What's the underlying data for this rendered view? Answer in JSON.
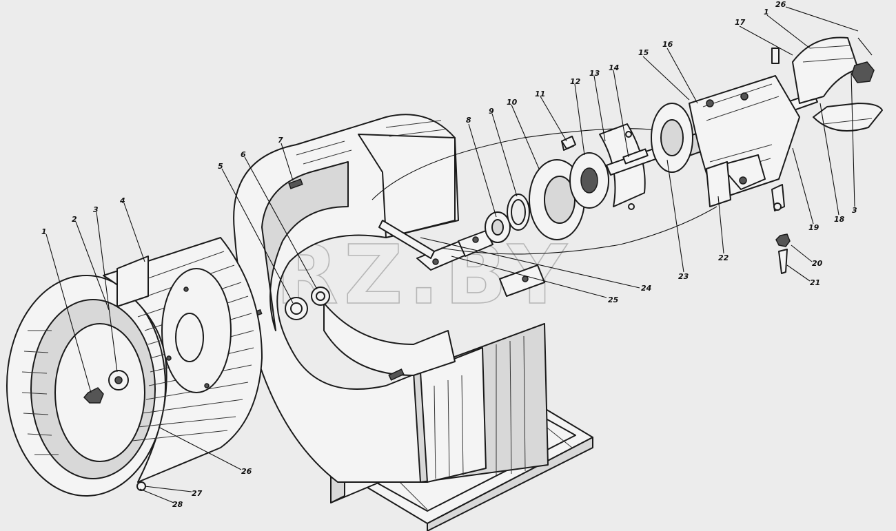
{
  "watermark": "RZ.BY",
  "callouts": [
    {
      "id": "c1a",
      "text": "1"
    },
    {
      "id": "c2",
      "text": "2"
    },
    {
      "id": "c3a",
      "text": "3"
    },
    {
      "id": "c4",
      "text": "4"
    },
    {
      "id": "c5",
      "text": "5"
    },
    {
      "id": "c6",
      "text": "6"
    },
    {
      "id": "c7",
      "text": "7"
    },
    {
      "id": "c8",
      "text": "8"
    },
    {
      "id": "c9",
      "text": "9"
    },
    {
      "id": "c10",
      "text": "10"
    },
    {
      "id": "c11",
      "text": "11"
    },
    {
      "id": "c12",
      "text": "12"
    },
    {
      "id": "c13",
      "text": "13"
    },
    {
      "id": "c14",
      "text": "14"
    },
    {
      "id": "c15",
      "text": "15"
    },
    {
      "id": "c16",
      "text": "16"
    },
    {
      "id": "c17",
      "text": "17"
    },
    {
      "id": "c1b",
      "text": "1"
    },
    {
      "id": "c26a",
      "text": "26"
    },
    {
      "id": "c3b",
      "text": "3"
    },
    {
      "id": "c18",
      "text": "18"
    },
    {
      "id": "c19",
      "text": "19"
    },
    {
      "id": "c20",
      "text": "20"
    },
    {
      "id": "c21",
      "text": "21"
    },
    {
      "id": "c22",
      "text": "22"
    },
    {
      "id": "c23",
      "text": "23"
    },
    {
      "id": "c24",
      "text": "24"
    },
    {
      "id": "c25",
      "text": "25"
    },
    {
      "id": "c26b",
      "text": "26"
    },
    {
      "id": "c27",
      "text": "27"
    },
    {
      "id": "c28",
      "text": "28"
    }
  ]
}
